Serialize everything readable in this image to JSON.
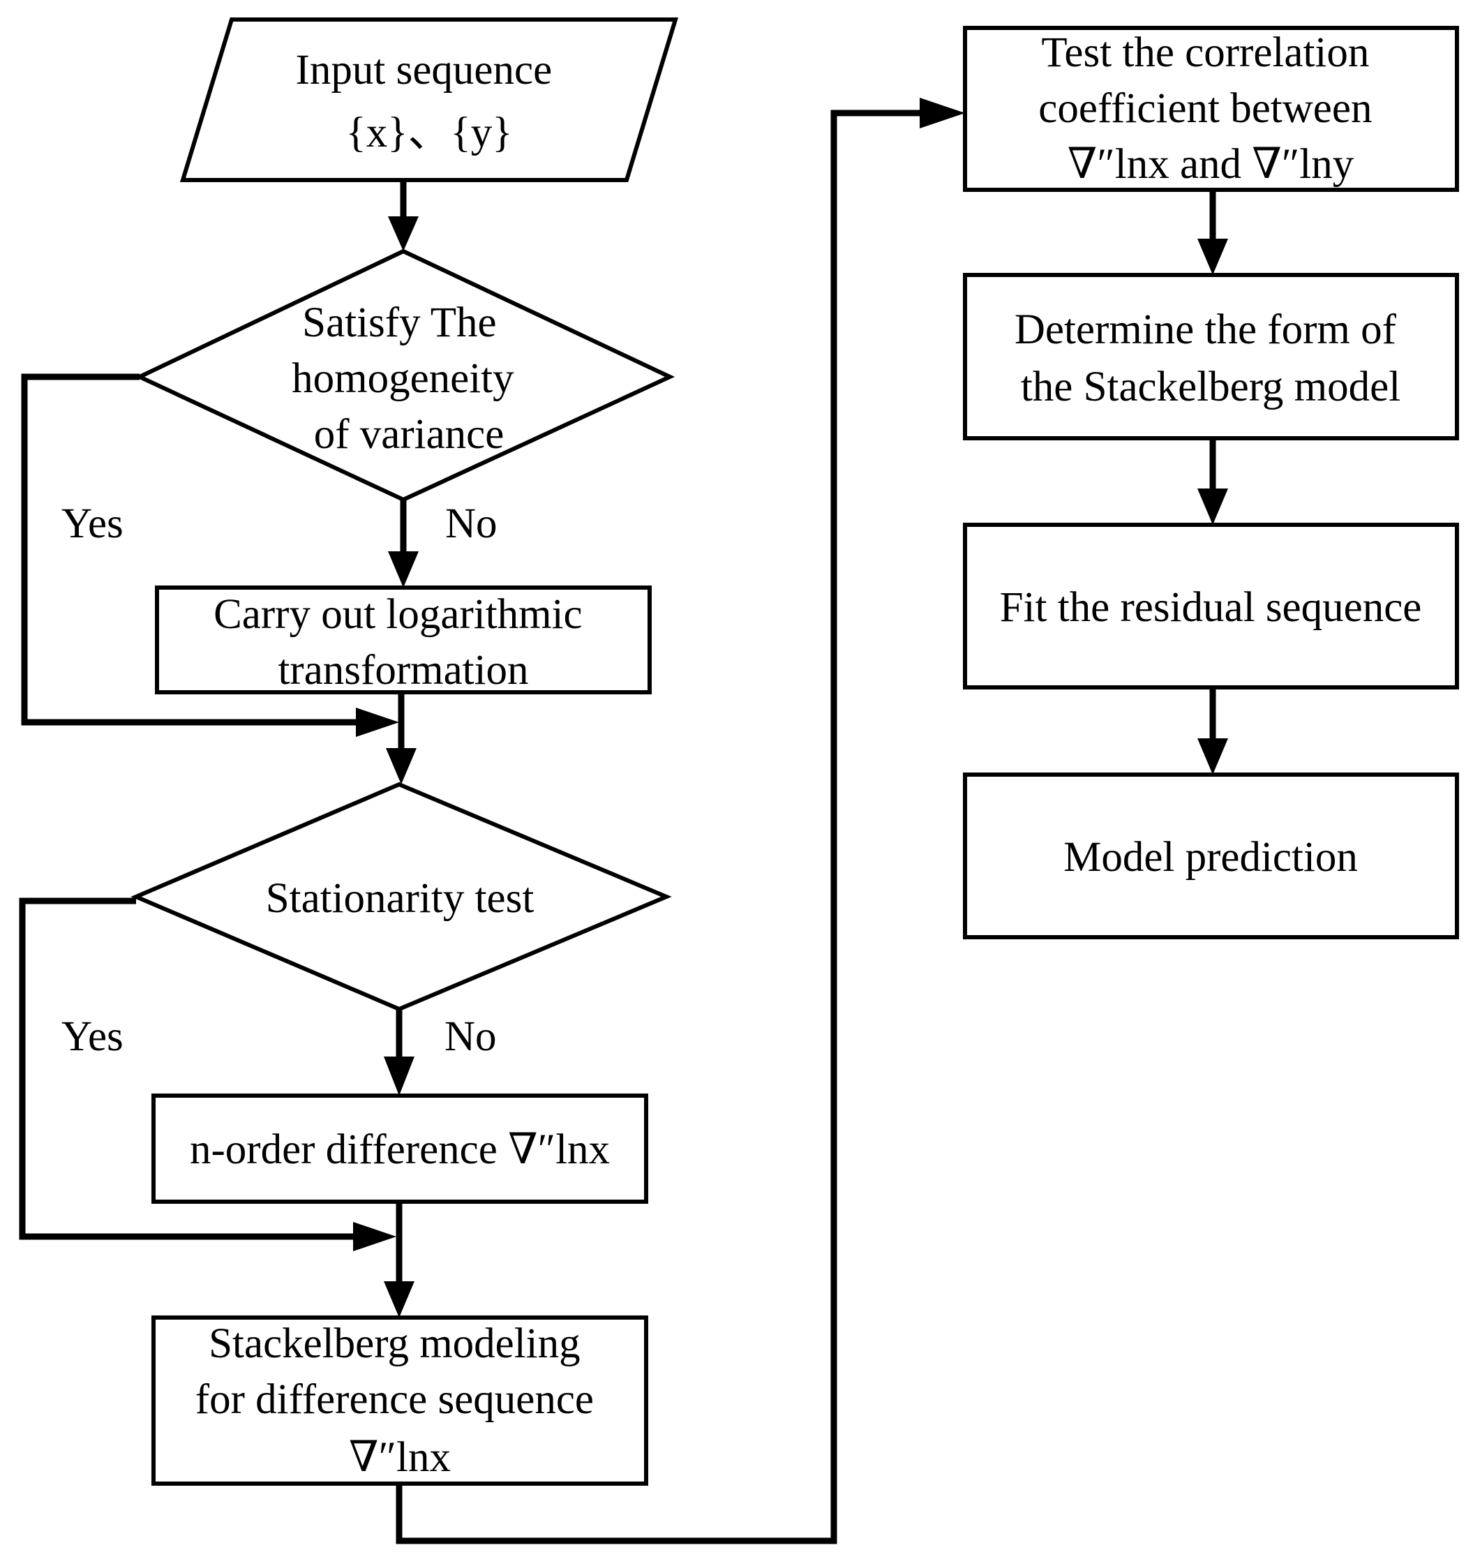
{
  "nodes": {
    "input": {
      "lines": [
        "Input sequence",
        "{x}、{y}"
      ]
    },
    "homogeneity": {
      "lines": [
        "Satisfy The",
        "homogeneity",
        "of variance"
      ]
    },
    "log_transform": {
      "lines": [
        "Carry out logarithmic",
        "transformation"
      ]
    },
    "stationarity": {
      "lines": [
        "Stationarity test"
      ]
    },
    "difference": {
      "lines": [
        "n-order difference ∇″lnx"
      ]
    },
    "modeling": {
      "lines": [
        "Stackelberg modeling",
        "for difference sequence",
        "∇″lnx"
      ]
    },
    "correlation": {
      "lines": [
        "Test the correlation",
        "coefficient between",
        "∇″lnx and ∇″lny"
      ]
    },
    "model_form": {
      "lines": [
        "Determine the form of",
        "the Stackelberg model"
      ]
    },
    "residual": {
      "lines": [
        "Fit the residual sequence"
      ]
    },
    "prediction": {
      "lines": [
        "Model prediction"
      ]
    }
  },
  "edge_labels": {
    "homogeneity_yes": "Yes",
    "homogeneity_no": "No",
    "stationarity_yes": "Yes",
    "stationarity_no": "No"
  }
}
